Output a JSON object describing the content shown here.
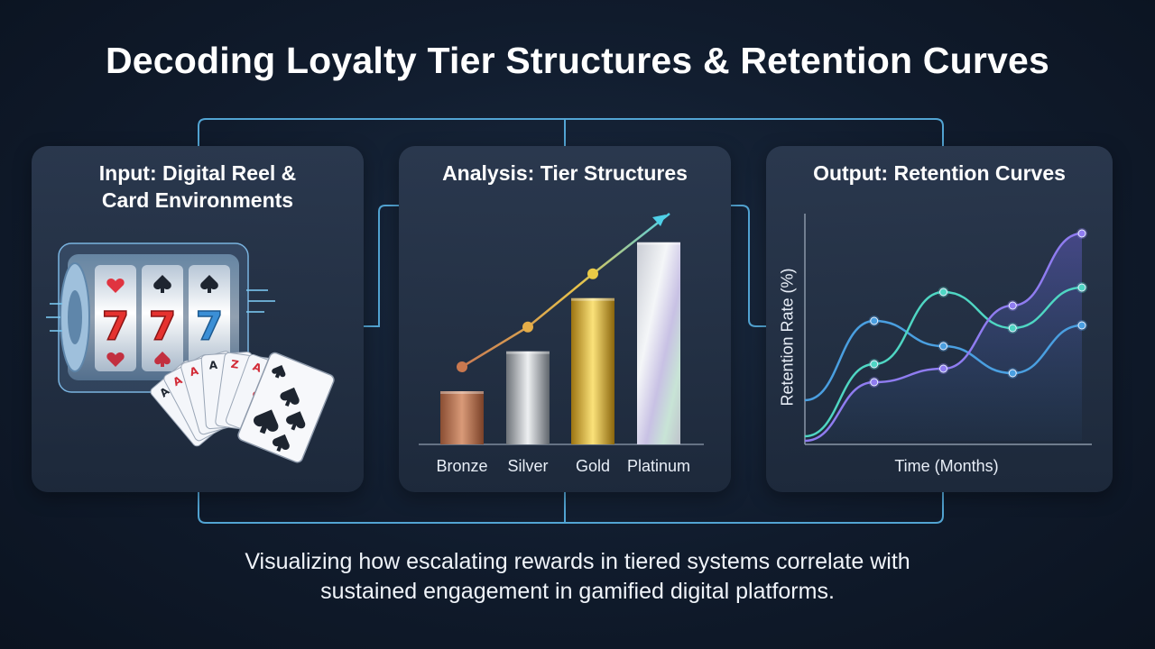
{
  "title": "Decoding Loyalty Tier Structures & Retention Curves",
  "panels": {
    "input": {
      "title_line1": "Input: Digital Reel &",
      "title_line2": "Card Environments",
      "reel_symbols": [
        "7",
        "7",
        "7"
      ],
      "card_suits": [
        "hearts",
        "spades",
        "spades"
      ]
    },
    "analysis": {
      "title": "Analysis: Tier Structures",
      "tiers": [
        "Bronze",
        "Silver",
        "Gold",
        "Platinum"
      ],
      "tier_colors": [
        "#b87355",
        "#a7acb3",
        "#d9b441",
        "#d6d9df"
      ]
    },
    "output": {
      "title": "Output: Retention Curves",
      "ylabel": "Retention Rate (%)",
      "xlabel": "Time (Months)"
    }
  },
  "chart_data": [
    {
      "type": "bar",
      "categories": [
        "Bronze",
        "Silver",
        "Gold",
        "Platinum"
      ],
      "values": [
        1,
        1.75,
        2.75,
        3.8
      ],
      "title": "Analysis: Tier Structures",
      "trend": "rising"
    },
    {
      "type": "line",
      "title": "Output: Retention Curves",
      "xlabel": "Time (Months)",
      "ylabel": "Retention Rate (%)",
      "series": [
        {
          "color": "#4a9fe0",
          "points": [
            [
              0,
              45
            ],
            [
              1,
              133
            ],
            [
              2,
              105
            ],
            [
              3,
              75
            ],
            [
              4,
              128
            ]
          ]
        },
        {
          "color": "#4fd6c3",
          "points": [
            [
              0,
              5
            ],
            [
              1,
              85
            ],
            [
              2,
              165
            ],
            [
              3,
              125
            ],
            [
              4,
              170
            ]
          ]
        },
        {
          "color": "#8f7cf0",
          "points": [
            [
              0,
              0
            ],
            [
              1,
              65
            ],
            [
              2,
              80
            ],
            [
              3,
              150
            ],
            [
              4,
              230
            ]
          ]
        }
      ]
    }
  ],
  "subtitle": {
    "line1": "Visualizing how escalating rewards in tiered systems correlate with",
    "line2": "sustained engagement in gamified digital platforms."
  },
  "colors": {
    "background": "#101b2c",
    "panel": "#24324a",
    "connector": "#5ab4e6",
    "arrow": "#4fd0e8"
  }
}
